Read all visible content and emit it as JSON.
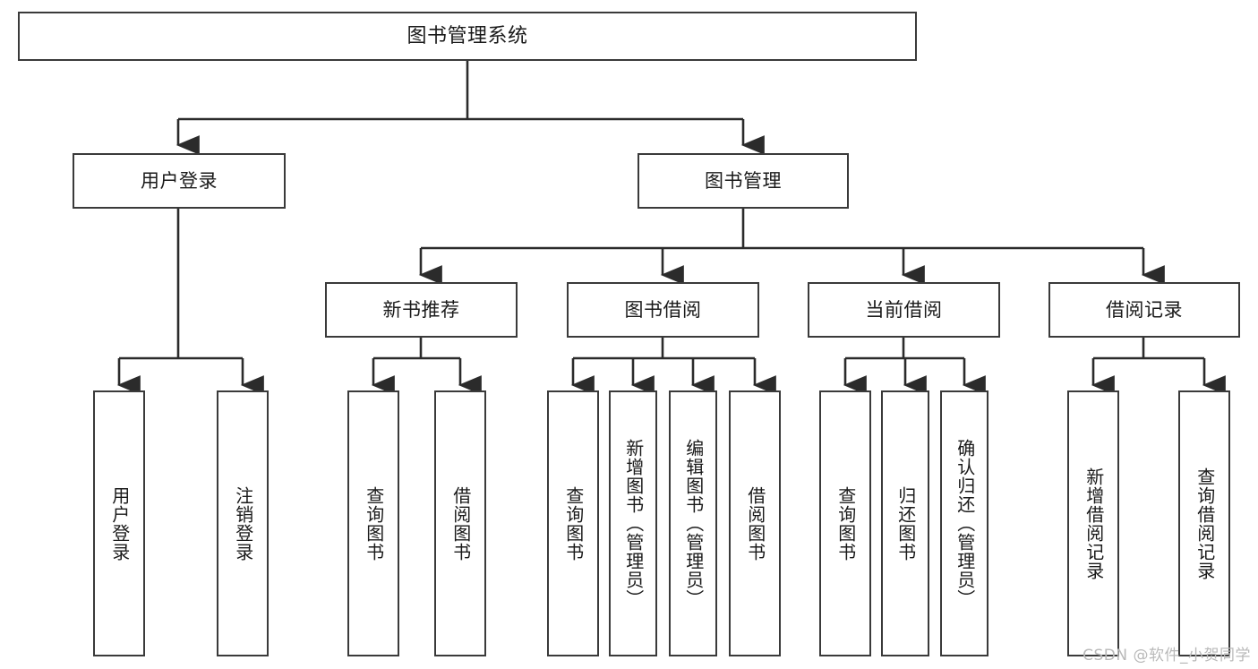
{
  "diagram": {
    "title": "图书管理系统",
    "type": "tree-hierarchy",
    "root": {
      "label": "图书管理系统"
    },
    "level2": [
      {
        "id": "user-login",
        "label": "用户登录"
      },
      {
        "id": "book-manage",
        "label": "图书管理"
      }
    ],
    "level3": [
      {
        "id": "new-book-recommend",
        "label": "新书推荐",
        "parent": "book-manage"
      },
      {
        "id": "book-borrow",
        "label": "图书借阅",
        "parent": "book-manage"
      },
      {
        "id": "current-borrow",
        "label": "当前借阅",
        "parent": "book-manage"
      },
      {
        "id": "borrow-record",
        "label": "借阅记录",
        "parent": "book-manage"
      }
    ],
    "leaves": {
      "user_login": [
        {
          "id": "leaf-user-login",
          "label": "用户登录"
        },
        {
          "id": "leaf-user-logout",
          "label": "注销登录"
        }
      ],
      "new_book_recommend": [
        {
          "id": "leaf-query-book-1",
          "label": "查询图书"
        },
        {
          "id": "leaf-borrow-book-1",
          "label": "借阅图书"
        }
      ],
      "book_borrow": [
        {
          "id": "leaf-query-book-2",
          "label": "查询图书"
        },
        {
          "id": "leaf-add-book",
          "label": "新增图书（管理员）"
        },
        {
          "id": "leaf-edit-book",
          "label": "编辑图书（管理员）"
        },
        {
          "id": "leaf-borrow-book-2",
          "label": "借阅图书"
        }
      ],
      "current_borrow": [
        {
          "id": "leaf-query-book-3",
          "label": "查询图书"
        },
        {
          "id": "leaf-return-book",
          "label": "归还图书"
        },
        {
          "id": "leaf-confirm-return",
          "label": "确认归还（管理员）"
        }
      ],
      "borrow_record": [
        {
          "id": "leaf-add-record",
          "label": "新增借阅记录"
        },
        {
          "id": "leaf-query-record",
          "label": "查询借阅记录"
        }
      ]
    }
  },
  "watermark": {
    "text": "CSDN @软件_小贺同学"
  },
  "colors": {
    "border": "#3a3a3a",
    "text": "#1a1a1a",
    "background": "#ffffff",
    "connector": "#2b2b2b",
    "watermark": "#b9b9b9"
  }
}
